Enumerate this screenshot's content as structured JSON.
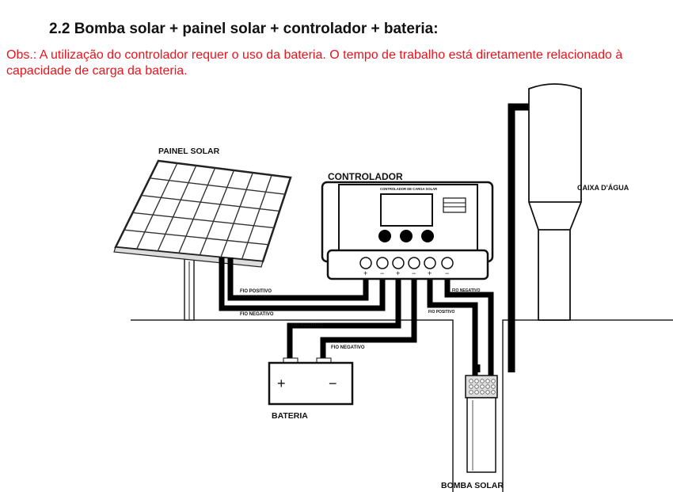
{
  "section_title": "2.2 Bomba solar + painel solar + controlador + bateria:",
  "note": "Obs.: A utilização do controlador requer o uso da bateria. O tempo de trabalho está diretamente relacionado à capacidade de carga da bateria.",
  "diagram": {
    "panel_label": "PAINEL SOLAR",
    "controller_label": "CONTROLADOR",
    "controller_device_text": "CONTROLADOR DE CARGA SOLAR",
    "tank_label": "CAIXA D'ÁGUA",
    "battery_label": "BATERIA",
    "pump_label": "BOMBA SOLAR",
    "wire_labels": {
      "panel_positive": "FIO POSITIVO",
      "panel_negative": "FIO NEGATIVO",
      "battery_positive": "FIO POSITIVO",
      "battery_negative": "FIO NEGATIVO",
      "pump_negative": "FIO NEGATIVO",
      "pump_positive": "FIO POSITIVO"
    },
    "terminal_signs": [
      "+",
      "−",
      "+",
      "−",
      "+",
      "−"
    ],
    "battery_signs": [
      "+",
      "−"
    ]
  }
}
